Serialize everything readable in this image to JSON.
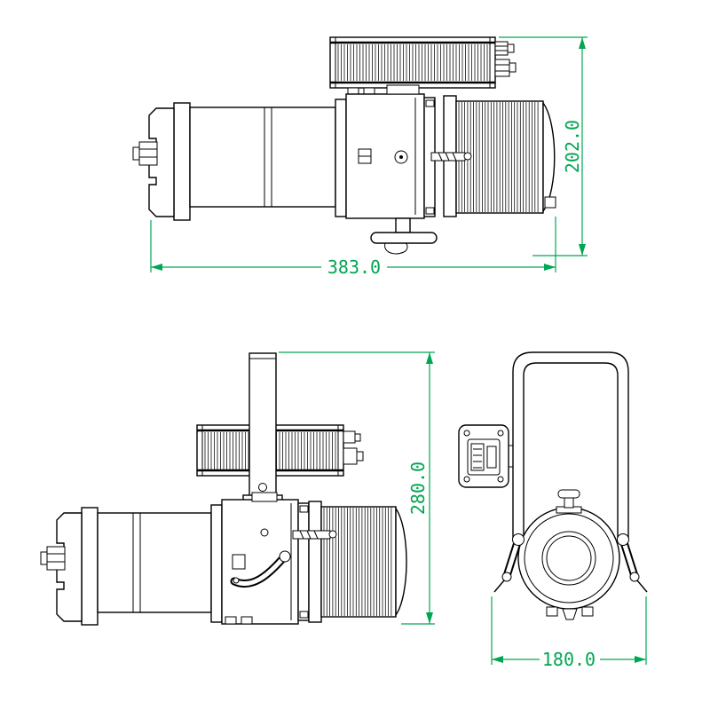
{
  "drawing": {
    "type": "technical-dimension-drawing",
    "subject": "LED profile spotlight fixture, three orthographic views",
    "colors": {
      "line": "#000000",
      "dimension": "#00A651",
      "background": "#ffffff"
    },
    "dimensions": {
      "side_top": {
        "width": "383.0",
        "height": "202.0"
      },
      "side_bottom": {
        "height": "280.0"
      },
      "front": {
        "width": "180.0"
      }
    }
  }
}
